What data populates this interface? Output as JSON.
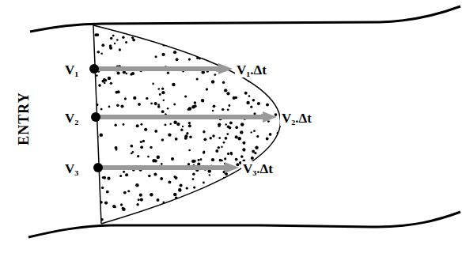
{
  "diagram": {
    "labels": [
      "ENTRY",
      "V₁",
      "V₂",
      "V₃",
      "V₁.Δt",
      "V₂.Δt",
      "V₃.Δt"
    ]
  }
}
